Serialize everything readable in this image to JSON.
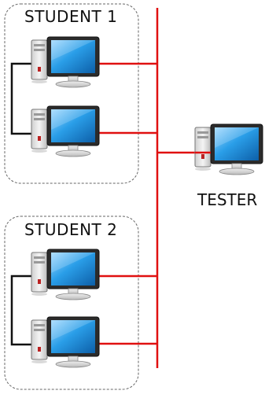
{
  "groups": [
    {
      "title": "STUDENT 1",
      "computers": [
        "computer",
        "computer"
      ]
    },
    {
      "title": "STUDENT 2",
      "computers": [
        "computer",
        "computer"
      ]
    }
  ],
  "tester": {
    "label": "TESTER"
  },
  "icons": {
    "computer": "desktop-computer-icon"
  },
  "colors": {
    "network": "#e01010",
    "link": "#111111",
    "box_border": "#666666",
    "screen": "#2a9ee8"
  }
}
